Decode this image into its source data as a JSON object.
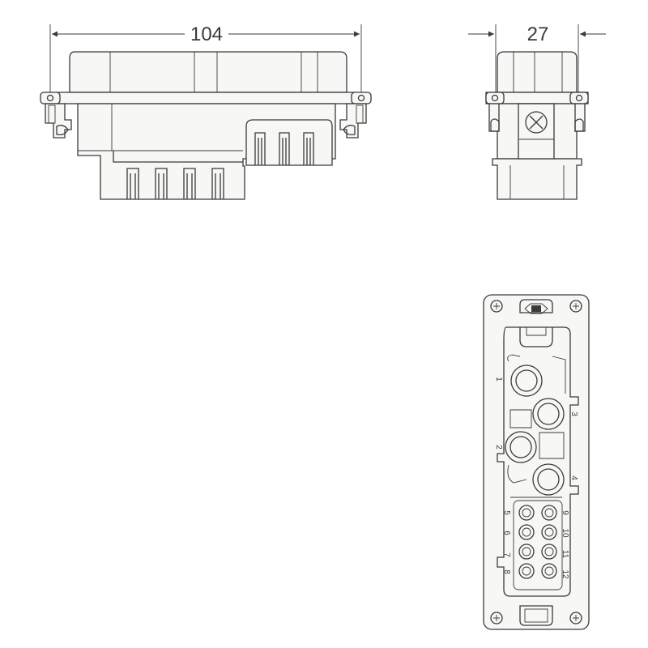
{
  "dimensions": {
    "width_label": "104",
    "depth_label": "27"
  },
  "pins": {
    "main": [
      "1",
      "2",
      "3",
      "4"
    ],
    "aux_left": [
      "5",
      "6",
      "7",
      "8"
    ],
    "aux_right": [
      "9",
      "10",
      "11",
      "12"
    ]
  },
  "colors": {
    "line": "#3a3a3a",
    "fill": "#f7f7f5",
    "background": "#ffffff"
  }
}
